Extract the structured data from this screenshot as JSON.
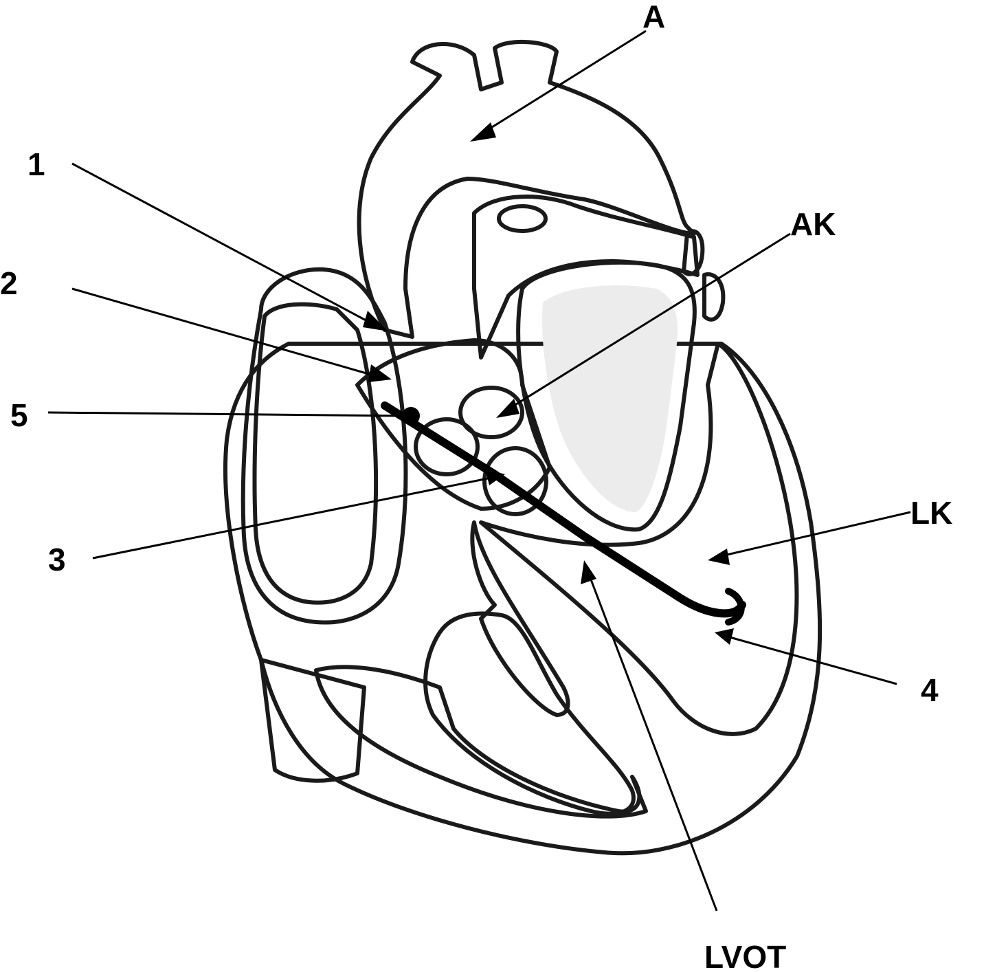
{
  "labels": {
    "A": "A",
    "AK": "AK",
    "n1": "1",
    "n2": "2",
    "n5": "5",
    "LK": "LK",
    "n3": "3",
    "n4": "4",
    "LVOT": "LVOT"
  },
  "colors": {
    "ink": "#000000",
    "tissue_light": "#d9d9d9",
    "tissue_mid": "#c4c4c4",
    "tissue_dark": "#a6a6a6"
  }
}
